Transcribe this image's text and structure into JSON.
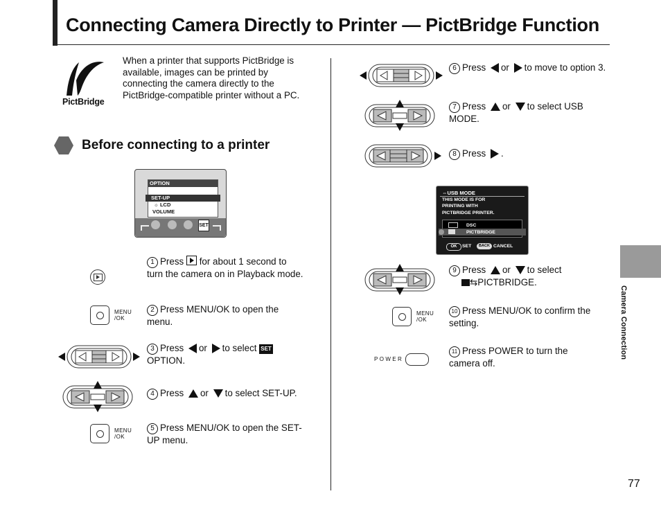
{
  "header": {
    "title": "Connecting Camera Directly to Printer — PictBridge Function"
  },
  "intro": {
    "logo_text": "PictBridge",
    "text": "When a printer that supports PictBridge is available, images can be printed by connecting the camera directly to the PictBridge-compatible printer without a PC."
  },
  "section": {
    "title": "Before connecting to a printer"
  },
  "option_screen": {
    "title": "OPTION",
    "items": [
      "SET-UP",
      "LCD",
      "VOLUME"
    ],
    "set_badge": "SET"
  },
  "usb_screen": {
    "title": "USB MODE",
    "desc_lines": [
      "THIS MODE IS FOR",
      "PRINTING WITH",
      "PICTBRIDGE PRINTER."
    ],
    "options": [
      "DSC",
      "PICTBRIDGE"
    ],
    "ok_label": "OK",
    "set_label": "SET",
    "back_label": "BACK",
    "cancel_label": "CANCEL"
  },
  "buttons": {
    "menu_label_1": "MENU",
    "menu_label_2": "/OK",
    "power_label": "POWER"
  },
  "steps": {
    "s1": {
      "num": "1",
      "pre": "Press",
      "post": "for about 1 second to turn the camera on in Playback mode."
    },
    "s2": {
      "num": "2",
      "text": "Press MENU/OK to open the menu."
    },
    "s3": {
      "num": "3",
      "pre": "Press",
      "or": "or",
      "mid": "to select",
      "post": "OPTION.",
      "badge": "SET"
    },
    "s4": {
      "num": "4",
      "pre": "Press",
      "or": "or",
      "post": "to select SET-UP."
    },
    "s5": {
      "num": "5",
      "text": "Press MENU/OK to open the SET-UP menu."
    },
    "s6": {
      "num": "6",
      "pre": "Press",
      "or": "or",
      "post": "to move to option 3."
    },
    "s7": {
      "num": "7",
      "pre": "Press",
      "or": "or",
      "post": "to select USB MODE."
    },
    "s8": {
      "num": "8",
      "pre": "Press",
      "post": "."
    },
    "s9": {
      "num": "9",
      "pre": "Press",
      "or": "or",
      "post": "to select",
      "last": "PICTBRIDGE."
    },
    "s10": {
      "num": "10",
      "text": "Press MENU/OK to confirm the setting."
    },
    "s11": {
      "num": "11",
      "text": "Press POWER to turn the camera off."
    }
  },
  "sidebar": {
    "label": "Camera Connection"
  },
  "footer": {
    "page": "77"
  }
}
